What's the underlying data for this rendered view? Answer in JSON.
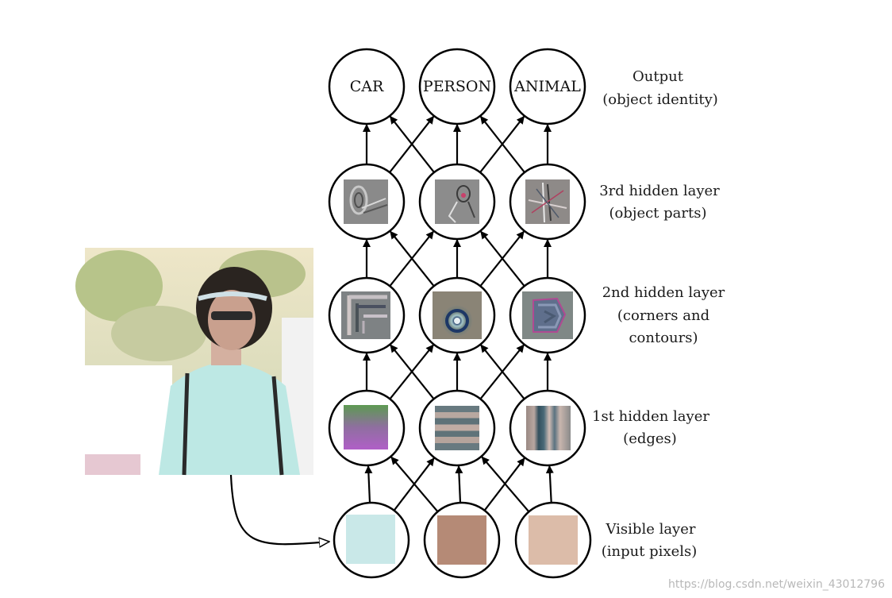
{
  "output_nodes": [
    "CAR",
    "PERSON",
    "ANIMAL"
  ],
  "layer_labels": {
    "output": [
      "Output",
      "(object identity)"
    ],
    "hidden3": [
      "3rd hidden layer",
      "(object parts)"
    ],
    "hidden2": [
      "2nd hidden layer",
      "(corners and",
      "contours)"
    ],
    "hidden1": [
      "1st hidden layer",
      "(edges)"
    ],
    "visible": [
      "Visible layer",
      "(input pixels)"
    ]
  },
  "pixel_colors": [
    "#c9e8e8",
    "#b58a76",
    "#dcbca9"
  ],
  "watermark": "https://blog.csdn.net/weixin_43012796"
}
